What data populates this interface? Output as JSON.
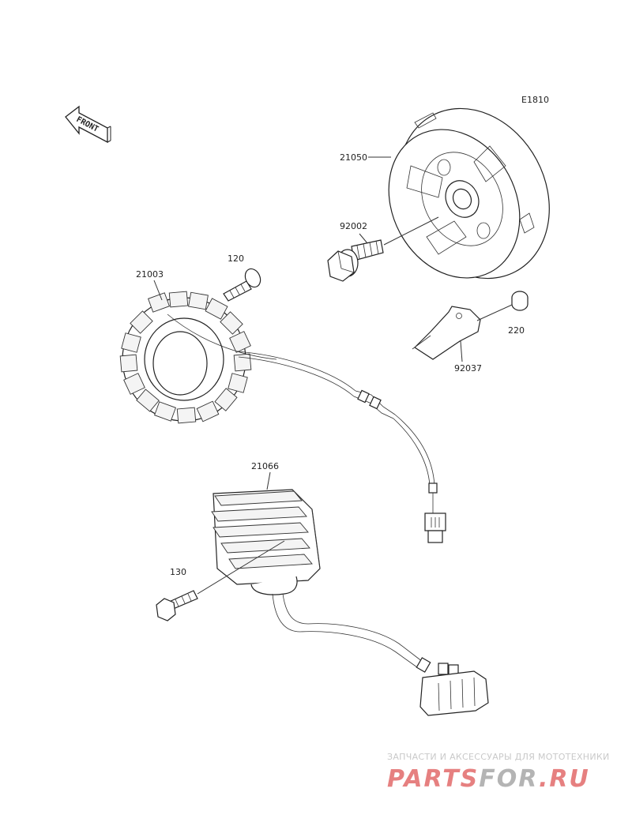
{
  "diagram": {
    "code": "E1810",
    "front_label": "FRONT",
    "parts": [
      {
        "id": "flywheel",
        "number": "21050"
      },
      {
        "id": "flange-bolt",
        "number": "92002"
      },
      {
        "id": "stator-screw",
        "number": "120"
      },
      {
        "id": "stator",
        "number": "21003"
      },
      {
        "id": "bracket",
        "number": "92037"
      },
      {
        "id": "bracket-screw",
        "number": "220"
      },
      {
        "id": "regulator",
        "number": "21066"
      },
      {
        "id": "regulator-bolt",
        "number": "130"
      }
    ]
  },
  "watermark": {
    "tagline": "ЗАПЧАСТИ И АКСЕССУАРЫ ДЛЯ МОТОТЕХНИКИ",
    "brand_part1": "PARTS",
    "brand_part2": "FOR",
    "brand_part3": ".RU",
    "color_red": "#e26a6a",
    "color_gray": "#a8a8a8"
  }
}
